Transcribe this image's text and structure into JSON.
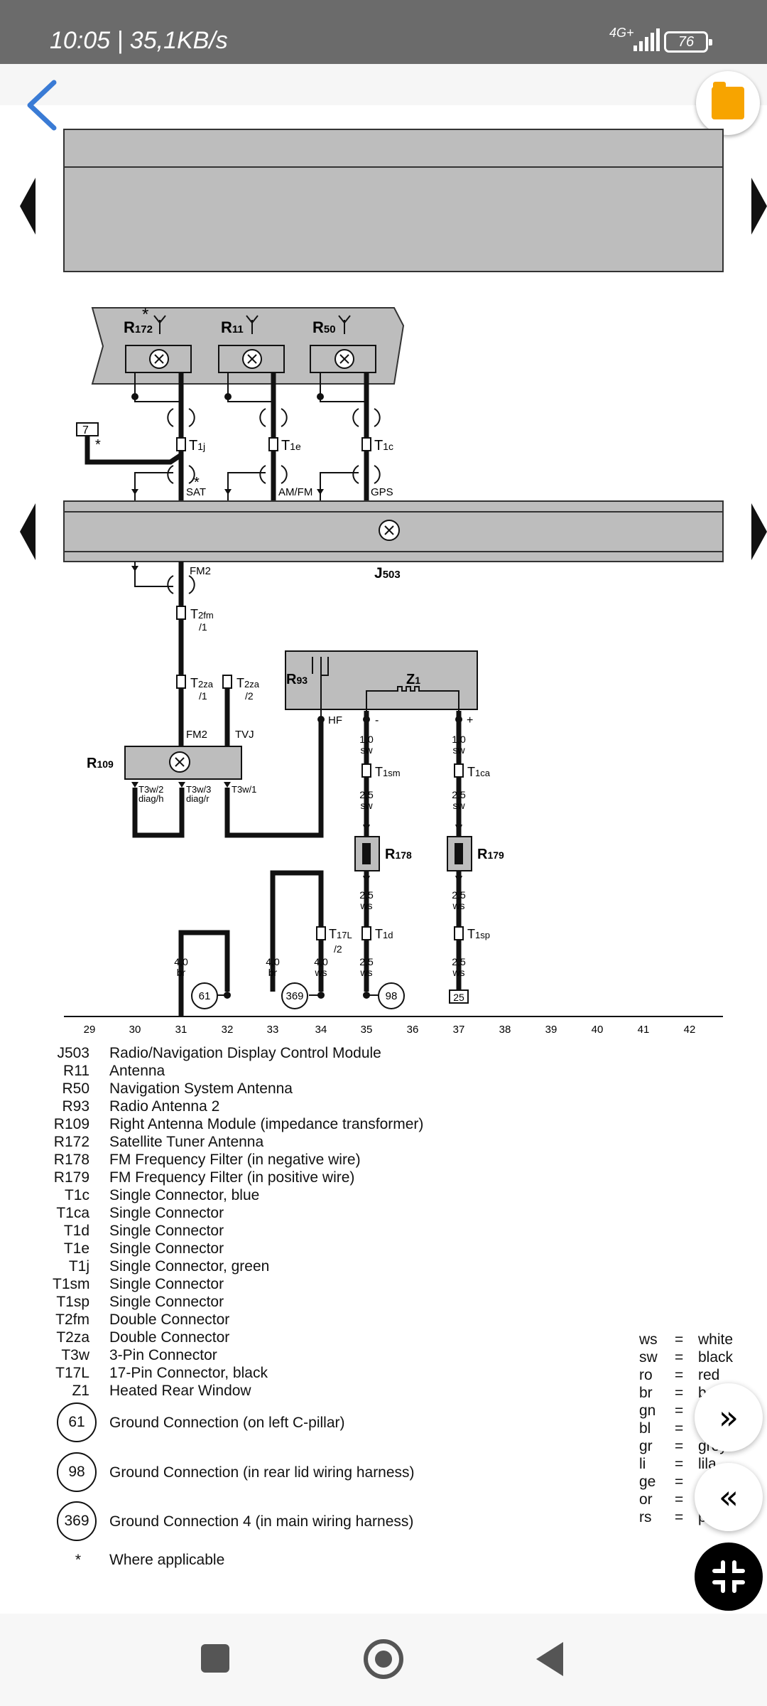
{
  "status_bar": {
    "time": "10:05 | 35,1KB/s",
    "network": "4G+",
    "battery": "76"
  },
  "diagram": {
    "components": {
      "r172": "R",
      "r172_sub": "172",
      "r11": "R",
      "r11_sub": "11",
      "r50": "R",
      "r50_sub": "50",
      "r93": "R",
      "r93_sub": "93",
      "z1": "Z",
      "z1_sub": "1",
      "j503": "J",
      "j503_sub": "503",
      "r109": "R",
      "r109_sub": "109",
      "r178": "R",
      "r178_sub": "178",
      "r179": "R",
      "r179_sub": "179"
    },
    "connectors": {
      "t1j": "T",
      "t1j_sub": "1j",
      "t1e": "T",
      "t1e_sub": "1e",
      "t1c": "T",
      "t1c_sub": "1c",
      "t2fm": "T",
      "t2fm_sub": "2fm",
      "t2fm_pin": "/1",
      "t2za1": "T",
      "t2za1_sub": "2za",
      "t2za1_pin": "/1",
      "t2za2": "T",
      "t2za2_sub": "2za",
      "t2za2_pin": "/2",
      "t1sm": "T",
      "t1sm_sub": "1sm",
      "t1ca": "T",
      "t1ca_sub": "1ca",
      "t17l": "T",
      "t17l_sub": "17L",
      "t17l_pin": "/2",
      "t1d": "T",
      "t1d_sub": "1d",
      "t1sp": "T",
      "t1sp_sub": "1sp"
    },
    "signals": {
      "sat": "SAT",
      "amfm": "AM/FM",
      "gps": "GPS",
      "fm2_top": "FM2",
      "fm2_bot": "FM2",
      "tvj": "TVJ",
      "hf": "HF",
      "minus": "-",
      "plus": "+",
      "star": "*"
    },
    "t3w": {
      "p2": "T3w/2",
      "p2b": "diag/h",
      "p3": "T3w/3",
      "p3b": "diag/r",
      "p1": "T3w/1"
    },
    "wires": {
      "w1": "1,0",
      "w1c": "sw",
      "w2": "1,0",
      "w2c": "sw",
      "w3": "2,5",
      "w3c": "sw",
      "w4": "2,5",
      "w4c": "sw",
      "w5": "2,5",
      "w5c": "ws",
      "w6": "2,5",
      "w6c": "ws",
      "w7": "2,5",
      "w7c": "ws",
      "w8": "2,5",
      "w8c": "ws",
      "w9": "4,0",
      "w9c": "br",
      "w10": "4,0",
      "w10c": "br",
      "w11": "4,0",
      "w11c": "ws"
    },
    "grounds": {
      "g61": "61",
      "g369": "369",
      "g98": "98",
      "ref25": "25",
      "ref7": "7"
    },
    "tracks": [
      "29",
      "30",
      "31",
      "32",
      "33",
      "34",
      "35",
      "36",
      "37",
      "38",
      "39",
      "40",
      "41",
      "42"
    ]
  },
  "legend": [
    {
      "code": "J503",
      "desc": "Radio/Navigation Display Control Module"
    },
    {
      "code": "R11",
      "desc": "Antenna"
    },
    {
      "code": "R50",
      "desc": "Navigation System Antenna"
    },
    {
      "code": "R93",
      "desc": "Radio Antenna 2"
    },
    {
      "code": "R109",
      "desc": "Right Antenna Module (impedance transformer)"
    },
    {
      "code": "R172",
      "desc": "Satellite Tuner Antenna"
    },
    {
      "code": "R178",
      "desc": "FM Frequency Filter (in negative wire)"
    },
    {
      "code": "R179",
      "desc": "FM Frequency Filter (in positive wire)"
    },
    {
      "code": "T1c",
      "desc": "Single Connector, blue"
    },
    {
      "code": "T1ca",
      "desc": "Single Connector"
    },
    {
      "code": "T1d",
      "desc": "Single Connector"
    },
    {
      "code": "T1e",
      "desc": "Single Connector"
    },
    {
      "code": "T1j",
      "desc": "Single Connector, green"
    },
    {
      "code": "T1sm",
      "desc": "Single Connector"
    },
    {
      "code": "T1sp",
      "desc": "Single Connector"
    },
    {
      "code": "T2fm",
      "desc": "Double Connector"
    },
    {
      "code": "T2za",
      "desc": "Double Connector"
    },
    {
      "code": "T3w",
      "desc": "3-Pin Connector"
    },
    {
      "code": "T17L",
      "desc": "17-Pin Connector, black"
    },
    {
      "code": "Z1",
      "desc": "Heated Rear Window"
    }
  ],
  "grounds_legend": [
    {
      "code": "61",
      "desc": "Ground Connection (on left C-pillar)"
    },
    {
      "code": "98",
      "desc": "Ground Connection (in rear lid wiring harness)"
    },
    {
      "code": "369",
      "desc": "Ground Connection 4 (in main wiring harness)"
    }
  ],
  "footnote": {
    "code": "*",
    "desc": "Where applicable"
  },
  "color_codes": [
    {
      "ab": "ws",
      "eq": "=",
      "name": "white"
    },
    {
      "ab": "sw",
      "eq": "=",
      "name": "black"
    },
    {
      "ab": "ro",
      "eq": "=",
      "name": "red"
    },
    {
      "ab": "br",
      "eq": "=",
      "name": "b"
    },
    {
      "ab": "gn",
      "eq": "=",
      "name": ""
    },
    {
      "ab": "bl",
      "eq": "=",
      "name": ""
    },
    {
      "ab": "gr",
      "eq": "=",
      "name": "grey"
    },
    {
      "ab": "li",
      "eq": "=",
      "name": "lila"
    },
    {
      "ab": "ge",
      "eq": "=",
      "name": ""
    },
    {
      "ab": "or",
      "eq": "=",
      "name": ""
    },
    {
      "ab": "rs",
      "eq": "=",
      "name": "p"
    }
  ],
  "fabs": {
    "next": "»",
    "prev": "«",
    "collapse": "✥"
  }
}
